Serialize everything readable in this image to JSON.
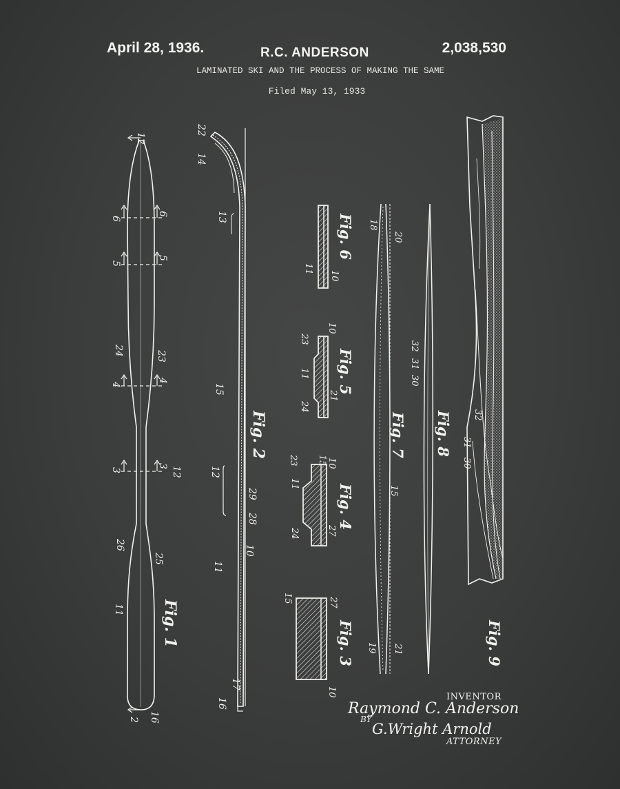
{
  "header": {
    "date": "April 28, 1936.",
    "inventor": "R.C. ANDERSON",
    "patent_number": "2,038,530",
    "title": "LAMINATED SKI AND THE PROCESS OF MAKING THE SAME",
    "filed": "Filed May 13, 1933"
  },
  "figures": {
    "fig1": "Fig. 1",
    "fig2": "Fig. 2",
    "fig3": "Fig. 3",
    "fig4": "Fig. 4",
    "fig5": "Fig. 5",
    "fig6": "Fig. 6",
    "fig7": "Fig. 7",
    "fig8": "Fig. 8",
    "fig9": "Fig. 9"
  },
  "fig1_labels": [
    "12",
    "6",
    "6",
    "5",
    "5",
    "24",
    "23",
    "4",
    "4",
    "3",
    "3",
    "12",
    "26",
    "25",
    "11",
    "2",
    "16"
  ],
  "fig2_labels": [
    "22",
    "14",
    "13",
    "15",
    "12",
    "29",
    "28",
    "10",
    "11",
    "16",
    "17"
  ],
  "fig3_labels": [
    "15",
    "27",
    "10"
  ],
  "fig4_labels": [
    "23",
    "15",
    "11",
    "10",
    "24",
    "27"
  ],
  "fig5_labels": [
    "10",
    "23",
    "11",
    "21",
    "24"
  ],
  "fig6_labels": [
    "11",
    "10"
  ],
  "fig7_labels": [
    "18",
    "20",
    "15",
    "19",
    "21"
  ],
  "fig8_labels": [
    "30",
    "31",
    "32"
  ],
  "fig9_labels": [
    "32",
    "31",
    "30"
  ],
  "signature": {
    "inventor_label": "INVENTOR",
    "inventor_signature": "Raymond C. Anderson",
    "by": "BY",
    "attorney_signature": "G.Wright Arnold",
    "attorney_label": "ATTORNEY"
  },
  "colors": {
    "background": "#3a3b3b",
    "ink": "#f1f1ee"
  }
}
